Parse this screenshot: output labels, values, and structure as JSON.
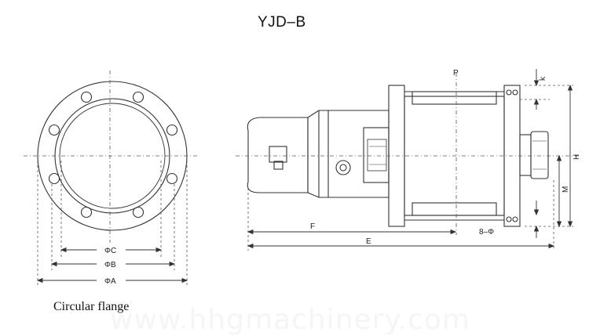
{
  "title": "YJD–B",
  "caption": "Circular flange",
  "watermark": "www.hhgmachinery.com",
  "flange_labels": {
    "c": "ΦC",
    "b": "ΦB",
    "a": "ΦA"
  },
  "side_labels": {
    "p": "P",
    "k": "k",
    "h": "H",
    "m": "M",
    "f": "F",
    "e": "E",
    "holes": "8–Φ"
  },
  "colors": {
    "line": "#333333",
    "dash": "#555555"
  }
}
